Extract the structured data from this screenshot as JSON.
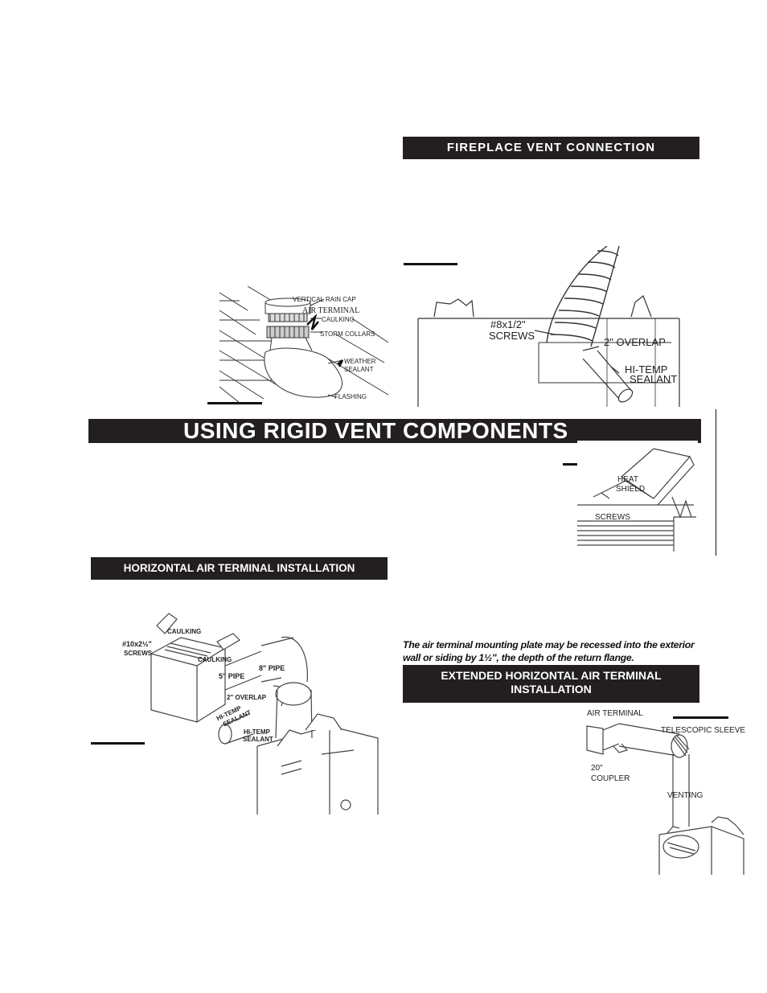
{
  "headings": {
    "fireplace_vent": "FIREPLACE VENT CONNECTION",
    "main_title": "USING RIGID VENT COMPONENTS",
    "horizontal": "HORIZONTAL AIR TERMINAL INSTALLATION",
    "extended_line1": "EXTENDED HORIZONTAL AIR TERMINAL",
    "extended_line2": "INSTALLATION"
  },
  "note_text": "The air terminal mounting plate may be recessed into the exterior wall or siding by 1½\", the depth of the return flange.",
  "fig_vertical": {
    "rain_cap": "VERTICAL RAIN CAP",
    "air_terminal": "AIR TERMINAL",
    "caulking": "CAULKING",
    "storm_collars": "STORM COLLARS",
    "weather": "WEATHER",
    "sealant": "SEALANT",
    "flashing": "FLASHING"
  },
  "fig_fireplace": {
    "screws_size": "#8x1/2\"",
    "screws": "SCREWS",
    "overlap": "2\" OVERLAP",
    "hitemp": "HI-TEMP",
    "sealant": "SEALANT"
  },
  "fig_heatshield": {
    "heat": "HEAT",
    "shield": "SHIELD",
    "screws": "SCREWS"
  },
  "fig_horizontal": {
    "caulking_top": "CAULKING",
    "screws_size": "#10x2½\"",
    "screws": "SCREWS",
    "caulking_mid": "CAULKING",
    "pipe5": "5\" PIPE",
    "pipe8": "8\" PIPE",
    "overlap": "2\" OVERLAP",
    "hitemp1": "HI-TEMP",
    "sealant1": "SEALANT",
    "hitemp2": "HI-TEMP",
    "sealant2": "SEALANT"
  },
  "fig_extended": {
    "air_terminal": "AIR TERMINAL",
    "telescopic": "TELESCOPIC SLEEVE",
    "coupler_size": "20\"",
    "coupler": "COUPLER",
    "venting": "VENTING"
  }
}
